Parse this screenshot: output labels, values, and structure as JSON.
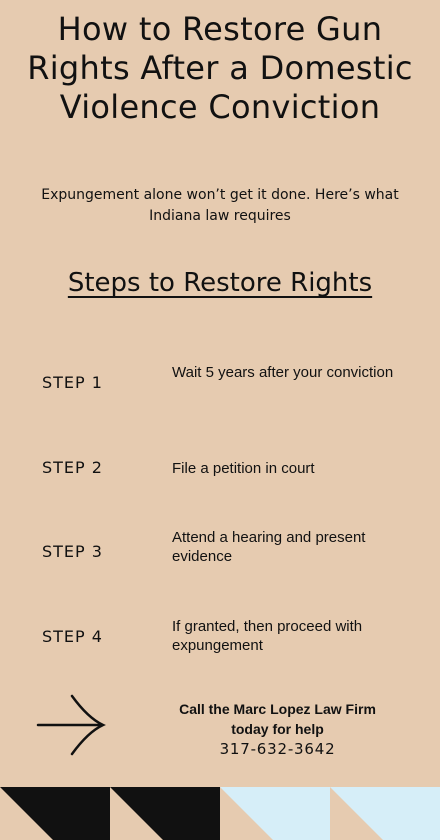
{
  "header": {
    "title": "How to Restore Gun Rights After a Domestic Violence Conviction",
    "subtitle": "Expungement alone won’t get it done. Here’s what Indiana law requires"
  },
  "steps_section": {
    "heading": "Steps to Restore Rights",
    "steps": [
      {
        "label": "STEP 1",
        "text": "Wait 5 years after your conviction"
      },
      {
        "label": "STEP 2",
        "text": "File a petition in court"
      },
      {
        "label": "STEP 3",
        "text": "Attend a hearing and present evidence"
      },
      {
        "label": "STEP 4",
        "text": "If granted, then proceed with expungement"
      }
    ]
  },
  "cta": {
    "line1": "Call the Marc Lopez Law Firm",
    "line2": "today for help",
    "phone": "317-632-3642",
    "icon": "arrow-right-icon"
  },
  "colors": {
    "background": "#e6cbb0",
    "text": "#111111",
    "footer_dark": "#111111",
    "footer_light": "#d6eef8"
  }
}
